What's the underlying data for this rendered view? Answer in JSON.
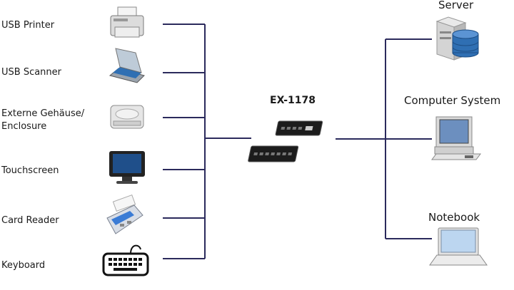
{
  "devices": [
    {
      "label": "USB Printer",
      "icon": "printer-icon"
    },
    {
      "label": "USB Scanner",
      "icon": "scanner-icon"
    },
    {
      "label_line1": "Externe Gehäuse/",
      "label_line2": "Enclosure",
      "icon": "hard-drive-enclosure-icon"
    },
    {
      "label": "Touchscreen",
      "icon": "touchscreen-icon"
    },
    {
      "label": "Card Reader",
      "icon": "card-reader-icon"
    },
    {
      "label": "Keyboard",
      "icon": "keyboard-icon"
    }
  ],
  "hub": {
    "label": "EX-1178",
    "icon": "usb-hub-icon"
  },
  "hosts": [
    {
      "label": "Server",
      "icon": "server-icon"
    },
    {
      "label": "Computer System",
      "icon": "computer-icon"
    },
    {
      "label": "Notebook",
      "icon": "notebook-icon"
    }
  ],
  "colors": {
    "line": "#2b2a5c",
    "text": "#1a1a1a"
  }
}
